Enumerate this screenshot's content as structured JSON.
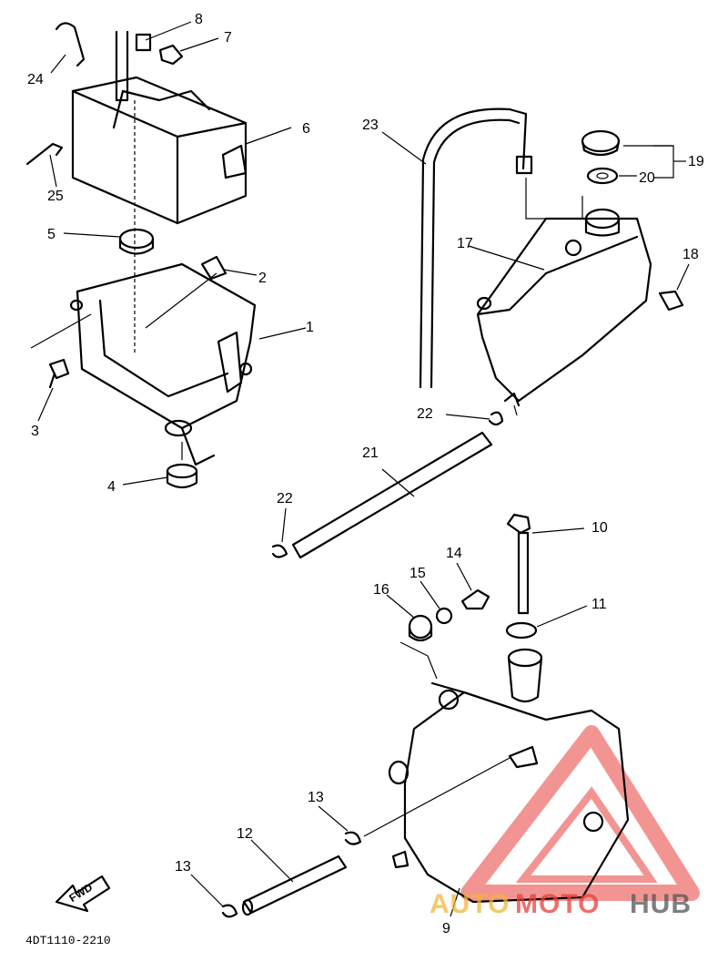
{
  "callouts": {
    "c1": "1",
    "c2": "2",
    "c3": "3",
    "c4": "4",
    "c5": "5",
    "c6": "6",
    "c7": "7",
    "c8": "8",
    "c9": "9",
    "c10": "10",
    "c11": "11",
    "c12": "12",
    "c13a": "13",
    "c13b": "13",
    "c14": "14",
    "c15": "15",
    "c16": "16",
    "c17": "17",
    "c18": "18",
    "c19": "19",
    "c20": "20",
    "c21": "21",
    "c22a": "22",
    "c22b": "22",
    "c23": "23",
    "c24": "24",
    "c25": "25"
  },
  "diagram_code": "4DT1110-2210",
  "fwd_label": "FWD",
  "watermark": {
    "part1": "AUTO",
    "part2": "MOTO",
    "part3": "HUB"
  },
  "colors": {
    "line": "#000000",
    "watermark_red": "#e8403a",
    "watermark_orange": "#f2b63c",
    "watermark_dark": "#555555"
  }
}
